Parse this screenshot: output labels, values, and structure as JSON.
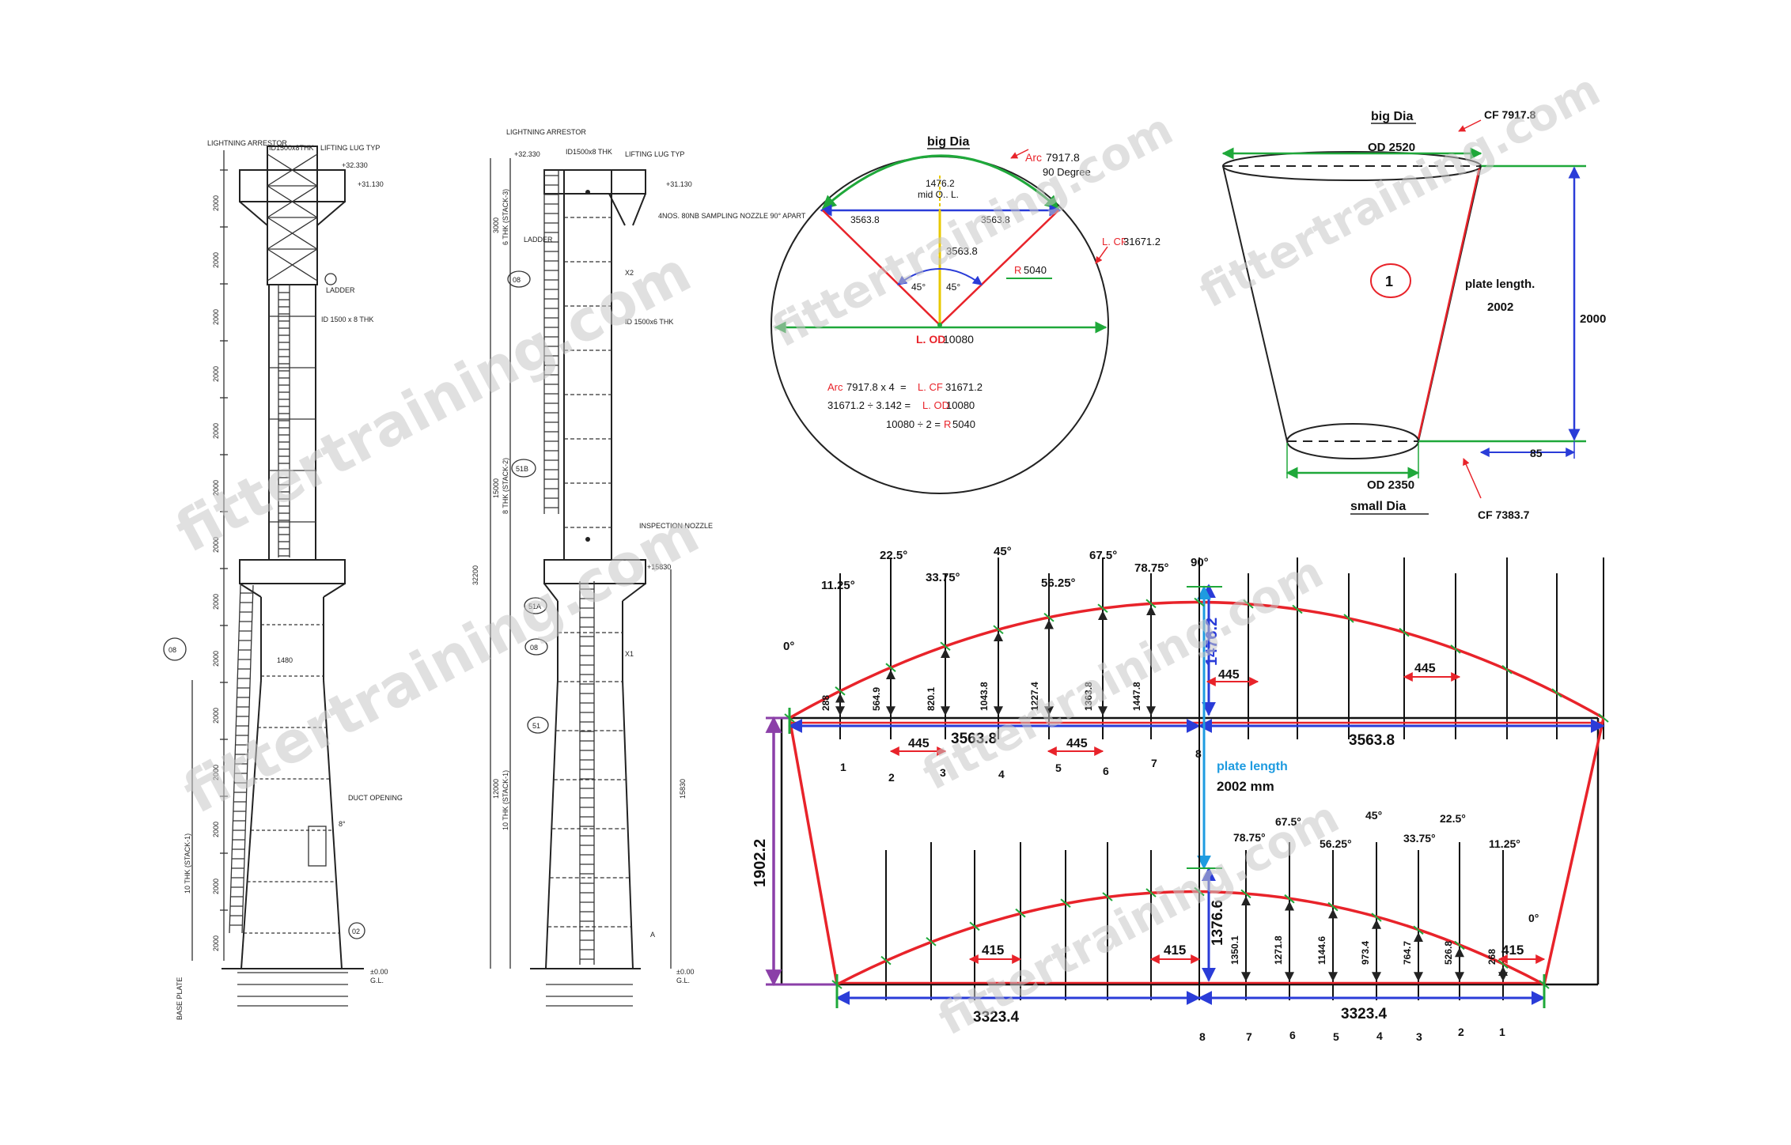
{
  "watermark": "fittertraining.com",
  "left_stack": {
    "lightning": "LIGHTNING ARRESTOR",
    "top_dim": "ID1500x8THK",
    "lifting": "LIFTING LUG TYP",
    "elev1": "+32.330",
    "elev2": "+31.130",
    "ladder": "LADDER",
    "id_note": "ID 1500 x 8 THK",
    "tag_08": "08",
    "width": "1480",
    "duct": "DUCT OPENING",
    "duct_angle": "8°",
    "tag_02": "02",
    "elev0": "±0.00",
    "gl": "G.L.",
    "dims": [
      "2000",
      "2000",
      "2000",
      "2000",
      "2000",
      "2000",
      "2000",
      "2000",
      "2000",
      "2000",
      "2000",
      "2000",
      "2000",
      "2000"
    ],
    "thk": "10 THK (STACK-1)",
    "base": "BASE PLATE"
  },
  "right_stack": {
    "lightning": "LIGHTNING ARRESTOR",
    "top_dim": "ID1500x8 THK",
    "lifting": "LIFTING LUG TYP",
    "elev1": "+32.330",
    "elev2": "+31.130",
    "nozzle": "4NOS. 80NB SAMPLING NOZZLE 90° APART",
    "ladder": "LADDER",
    "tag_08a": "08",
    "x2": "X2",
    "id_note": "ID 1500x6 THK",
    "tag_51b": "51B",
    "inspection": "INSPECTION NOZZLE",
    "elev_mid": "+15830",
    "tag_51a": "51A",
    "tag_08b": "08",
    "x1": "X1",
    "tag_51": "51",
    "elev0": "±0.00",
    "gl": "G.L.",
    "a": "A",
    "total": "32200",
    "h1": "15830",
    "s3": "3000",
    "s2": "15000",
    "s1": "12000",
    "thk3": "6 THK (STACK-3)",
    "thk2": "8 THK (STACK-2)",
    "thk1": "10 THK (STACK-1)"
  },
  "circle": {
    "title": "big Dia",
    "arc": "Arc",
    "arc_val": "7917.8",
    "deg": "90 Degree",
    "mid_val": "1476.2",
    "mid_label": "mid O.. L.",
    "h_left": "3563.8",
    "h_right": "3563.8",
    "v_val": "3563.8",
    "lcf": "L. CF",
    "lcf_val": "31671.2",
    "r": "R",
    "r_val": "5040",
    "ang1": "45°",
    "ang2": "45°",
    "lod": "L. OD",
    "lod_val": "10080",
    "eq1a": "Arc",
    "eq1b": "7917.8 x 4  = ",
    "eq1c": "L. CF",
    "eq1d": "31671.2",
    "eq2a": "31671.2 ÷ 3.142 = ",
    "eq2b": "L. OD",
    "eq2c": "10080",
    "eq3a": "10080 ÷ 2 = ",
    "eq3b": "R",
    "eq3c": "5040"
  },
  "cone": {
    "big_dia": "big Dia",
    "cf_big": "CF 7917.8",
    "od_big": "OD 2520",
    "num": "1",
    "plate_len": "plate length.",
    "plate_len_val": "2002",
    "height": "2000",
    "offset": "85",
    "od_small": "OD 2350",
    "small_dia": "small Dia",
    "cf_small": "CF 7383.7"
  },
  "development": {
    "angles_top": [
      "0°",
      "11.25°",
      "22.5°",
      "33.75°",
      "45°",
      "56.25°",
      "67.5°",
      "78.75°",
      "90°"
    ],
    "ord_top": [
      "288",
      "564.9",
      "820.1",
      "1043.8",
      "1227.4",
      "1363.8",
      "1447.8"
    ],
    "big_rise": "1476.2",
    "spacing": "445",
    "half_top": "3563.8",
    "half_top_r": "3563.8",
    "pts_top": [
      "1",
      "2",
      "3",
      "4",
      "5",
      "6",
      "7",
      "8"
    ],
    "plate_length": "plate length",
    "plate_length_val": "2002 mm",
    "height_purple": "1902.2",
    "angles_bot": [
      "78.75°",
      "67.5°",
      "56.25°",
      "45°",
      "33.75°",
      "22.5°",
      "11.25°",
      "0°"
    ],
    "ord_bot": [
      "1350.1",
      "1271.8",
      "1144.6",
      "973.4",
      "764.7",
      "526.8",
      "268"
    ],
    "small_rise": "1376.6",
    "spacing_small": "415",
    "half_bot": "3323.4",
    "half_bot_r": "3323.4",
    "pts_bot": [
      "8",
      "7",
      "6",
      "5",
      "4",
      "3",
      "2",
      "1"
    ]
  }
}
